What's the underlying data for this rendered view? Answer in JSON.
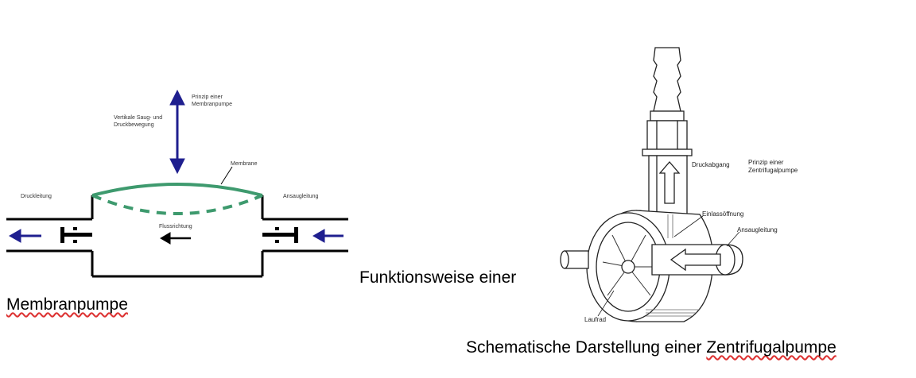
{
  "membrane_diagram": {
    "label_principle": "Prinzip einer Membranpumpe",
    "label_vertical": "Vertikale Saug- und Druckbewegung",
    "label_membrane": "Membrane",
    "label_pressure_line": "Druckleitung",
    "label_suction_line": "Ansaugleitung",
    "label_flow_direction": "Flussrichtung",
    "arrow_color": "#1f1f8f",
    "membrane_color": "#3e9a6e"
  },
  "centrifugal_diagram": {
    "label_outlet": "Druckabgang",
    "label_principle": "Prinzip einer Zentrifugalpumpe",
    "label_inlet_opening": "Einlassöffnung",
    "label_suction_line": "Ansaugleitung",
    "label_impeller": "Laufrad"
  },
  "captions": {
    "membrane_caption": "Membranpumpe",
    "function_caption": "Funktionsweise einer",
    "centrifugal_caption_prefix": "Schematische Darstellung einer ",
    "centrifugal_caption_word": "Zentrifugalpumpe"
  }
}
